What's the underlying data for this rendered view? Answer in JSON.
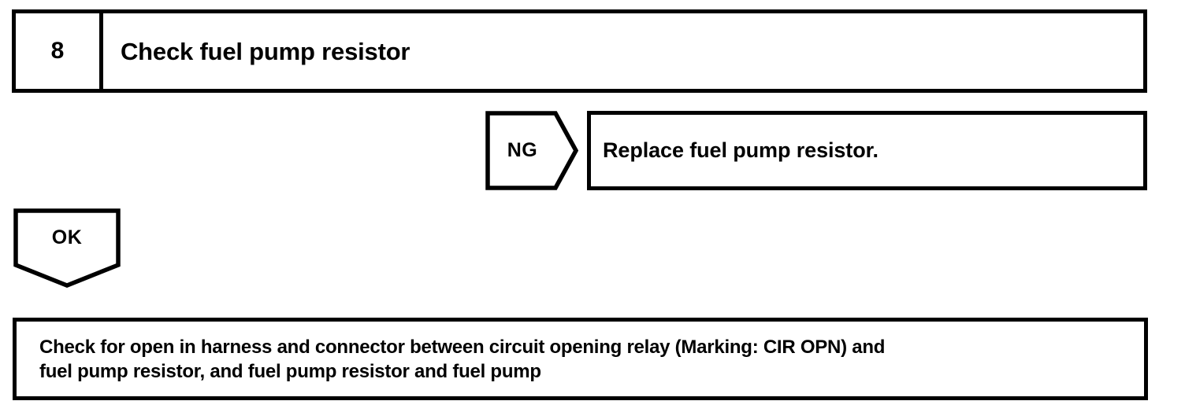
{
  "document": {
    "kind": "diagnostic-flowchart",
    "background_color": "#ffffff",
    "line_color": "#000000"
  },
  "step": {
    "number": "8",
    "title": "Check fuel pump resistor"
  },
  "branches": {
    "ng": {
      "label": "NG",
      "marker_shape": "right-pointing-pentagon",
      "action": "Replace fuel pump resistor."
    },
    "ok": {
      "label": "OK",
      "marker_shape": "down-pointing-pentagon"
    }
  },
  "result": {
    "line1": "Check for open in harness and connector between circuit opening relay (Marking: CIR OPN) and",
    "line2": "fuel pump resistor, and fuel pump resistor and fuel pump"
  }
}
